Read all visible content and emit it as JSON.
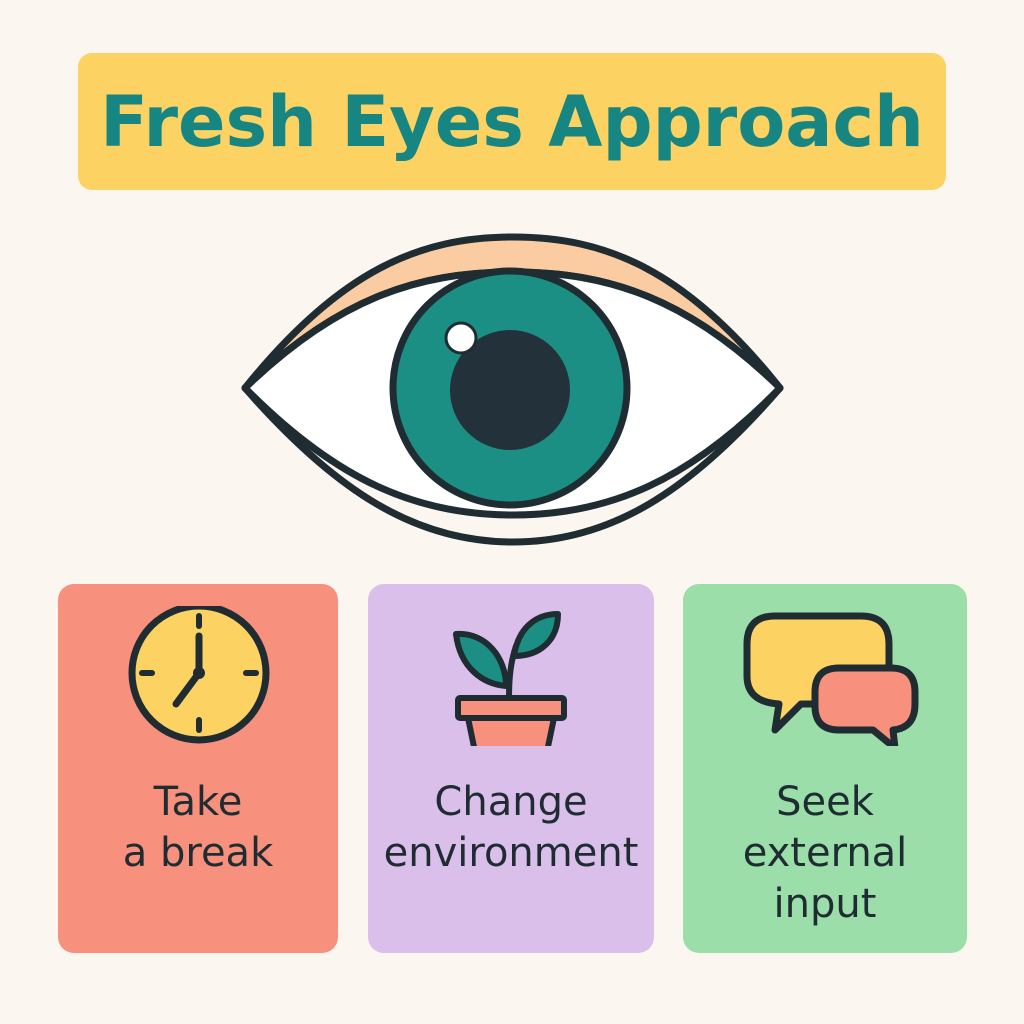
{
  "title": "Fresh Eyes Approach",
  "colors": {
    "background": "#fbf6f0",
    "title_banner": "#fcd262",
    "title_text": "#178582",
    "iris": "#1c8f85",
    "pupil": "#23323a",
    "eyelid": "#fbcca2",
    "outline": "#1f2d33"
  },
  "eye": {
    "icon": "eye-icon"
  },
  "cards": [
    {
      "id": "take-break",
      "icon": "clock-icon",
      "color": "#f7907c",
      "lines": [
        "Take",
        "a break"
      ]
    },
    {
      "id": "change-environment",
      "icon": "potted-plant-icon",
      "color": "#dbbfeb",
      "lines": [
        "Change",
        "environment"
      ]
    },
    {
      "id": "seek-input",
      "icon": "speech-bubbles-icon",
      "color": "#9bdeaa",
      "lines": [
        "Seek",
        "external",
        "input"
      ]
    }
  ]
}
